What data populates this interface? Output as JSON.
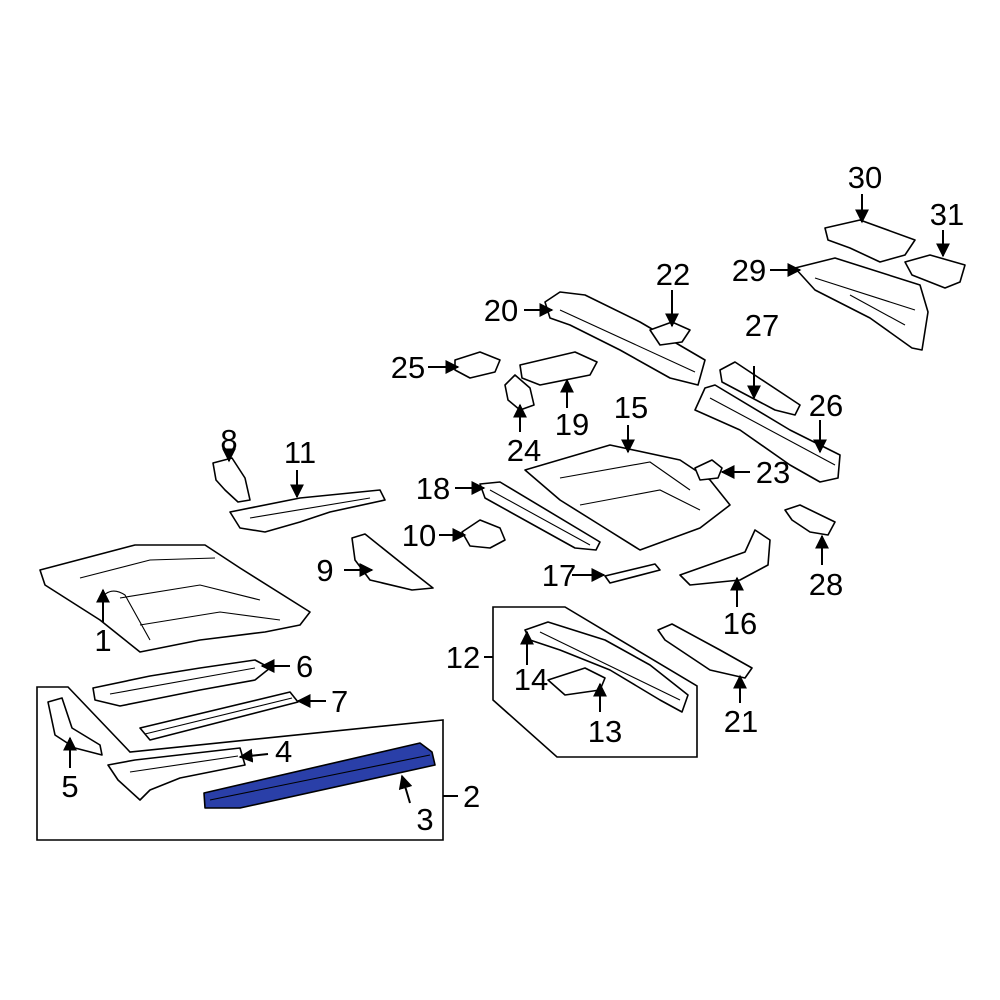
{
  "callouts": {
    "c1": "1",
    "c2": "2",
    "c3": "3",
    "c4": "4",
    "c5": "5",
    "c6": "6",
    "c7": "7",
    "c8": "8",
    "c9": "9",
    "c10": "10",
    "c11": "11",
    "c12": "12",
    "c13": "13",
    "c14": "14",
    "c15": "15",
    "c16": "16",
    "c17": "17",
    "c18": "18",
    "c19": "19",
    "c20": "20",
    "c21": "21",
    "c22": "22",
    "c23": "23",
    "c24": "24",
    "c25": "25",
    "c26": "26",
    "c27": "27",
    "c28": "28",
    "c29": "29",
    "c30": "30",
    "c31": "31"
  },
  "colors": {
    "highlight": "#2a3fa8",
    "line": "#000000",
    "background": "#ffffff"
  }
}
